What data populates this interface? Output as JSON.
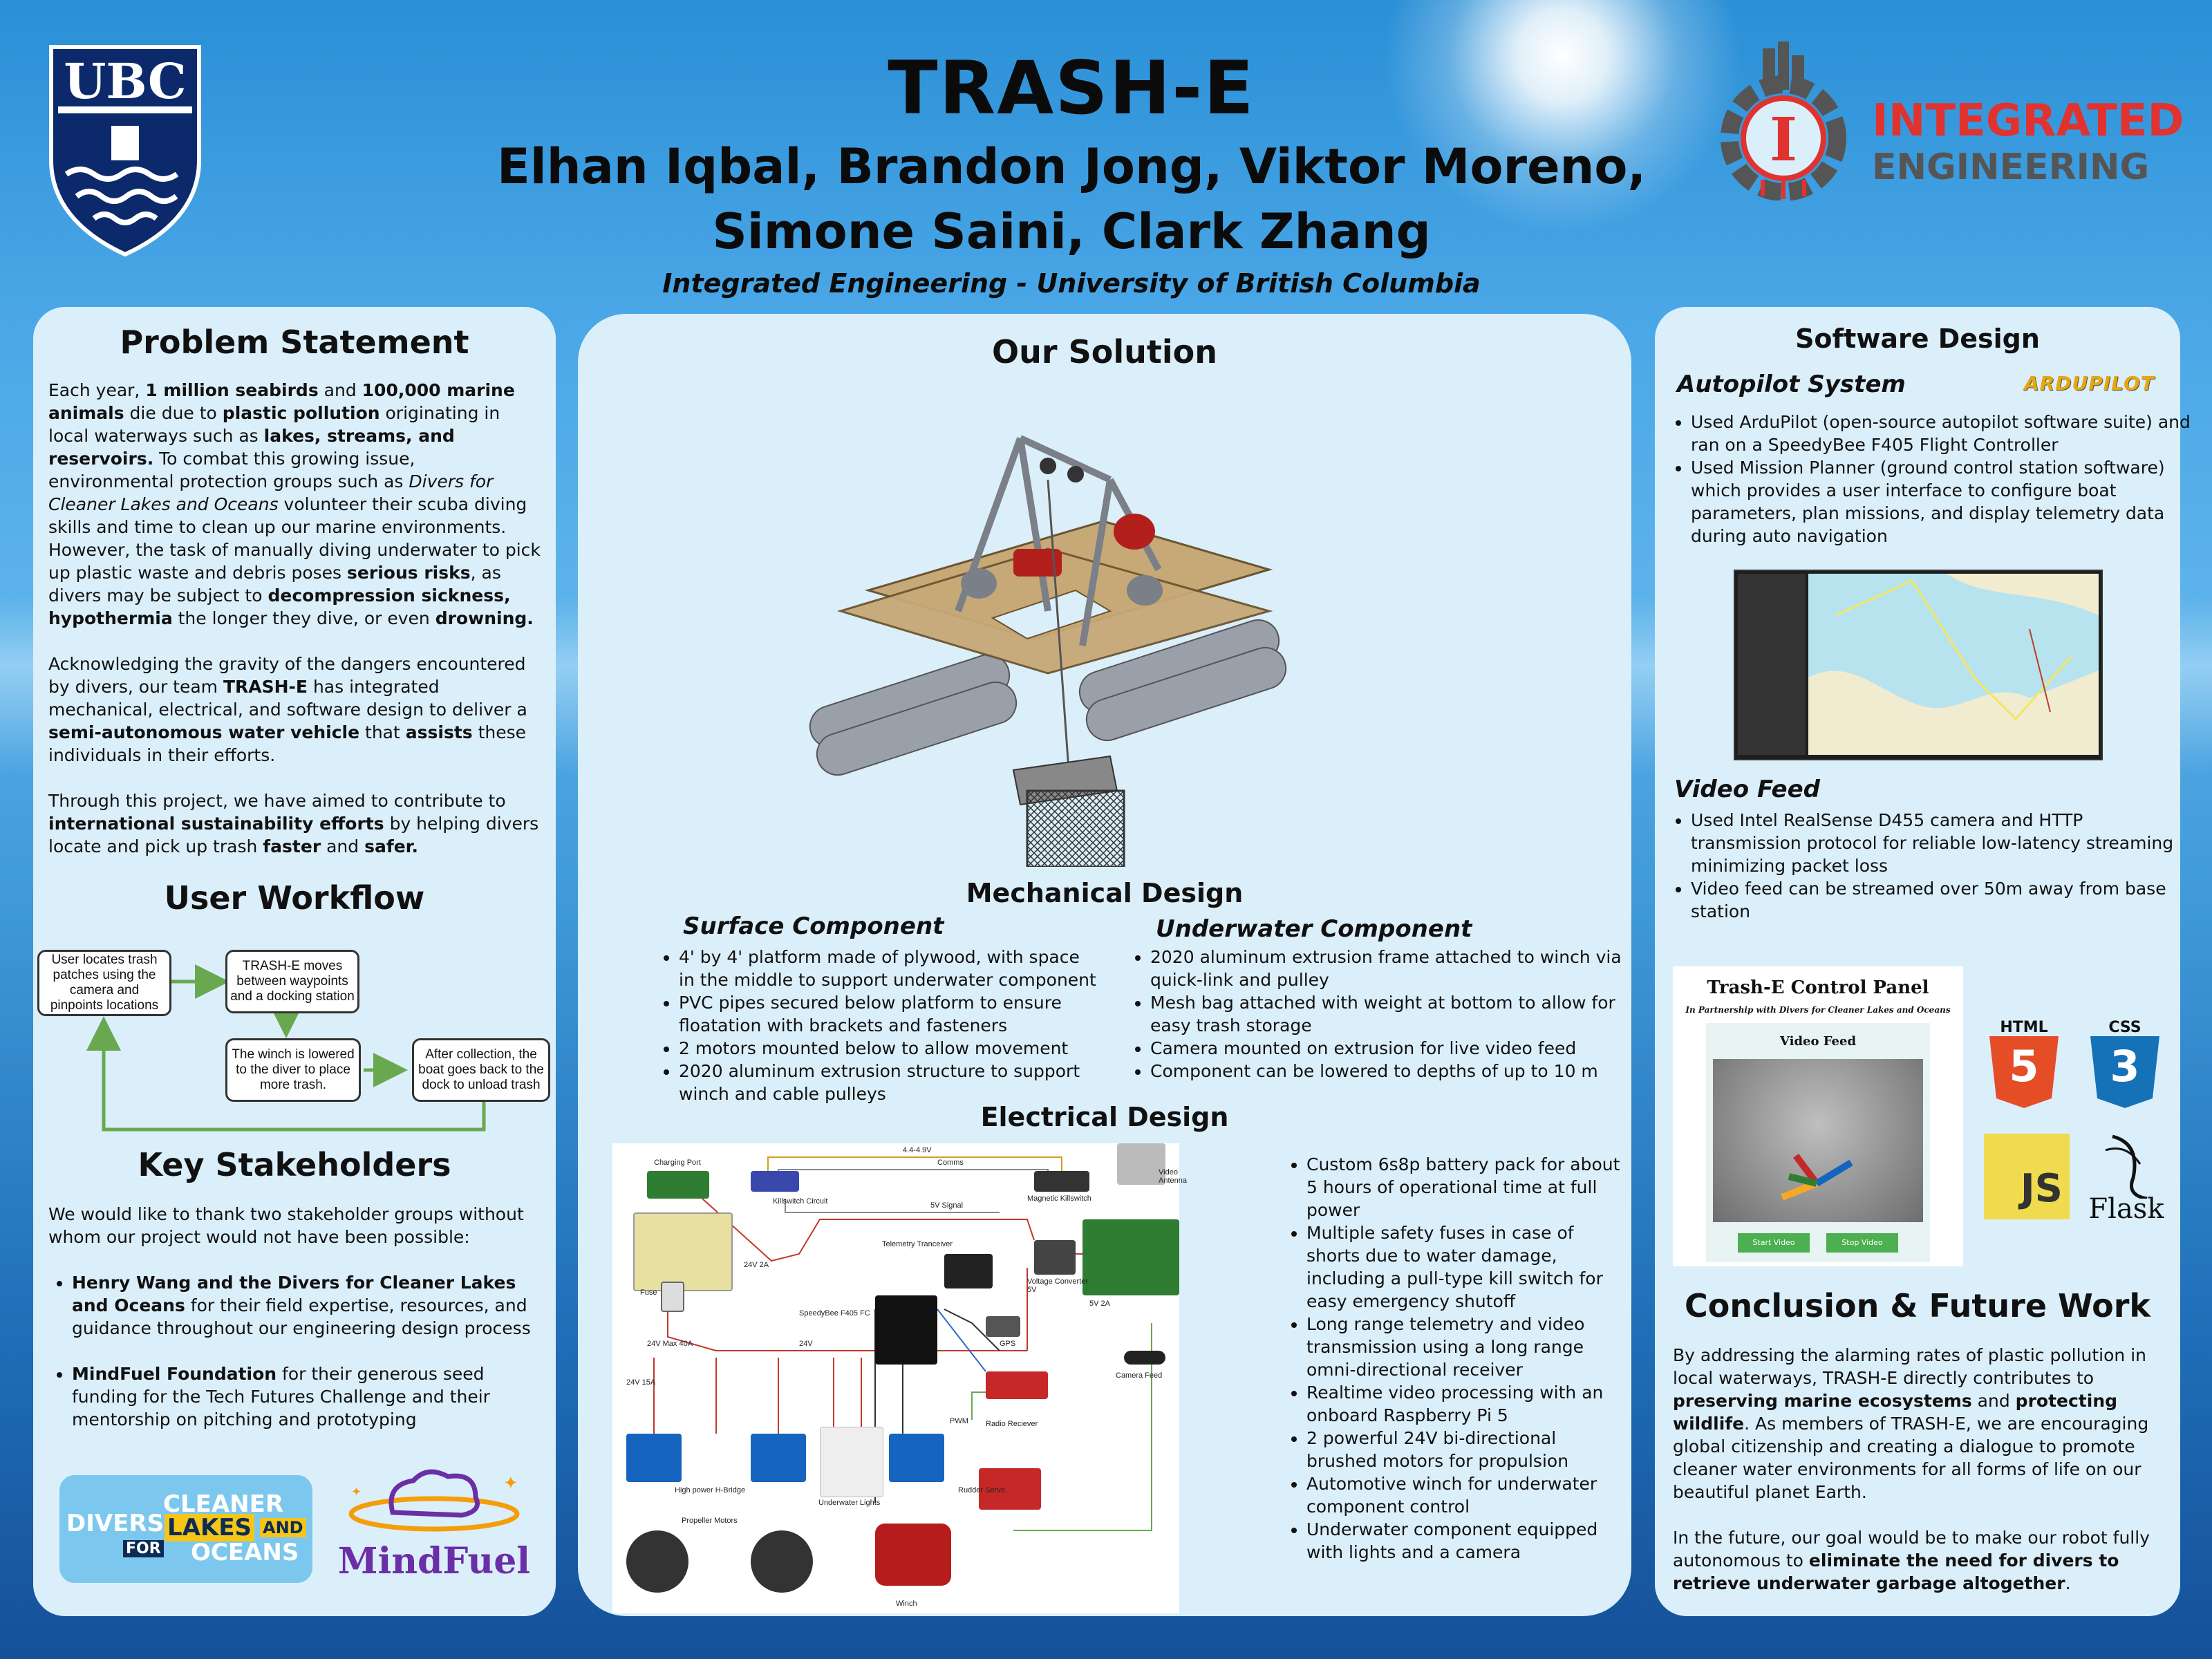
{
  "header": {
    "title": "TRASH-E",
    "authors_line1": "Elhan Iqbal, Brandon Jong, Viktor Moreno,",
    "authors_line2": "Simone Saini, Clark Zhang",
    "affiliation": "Integrated Engineering  - University of British Columbia",
    "ubc_logo_text": "UBC",
    "ie_logo_line1": "INTEGRATED",
    "ie_logo_line2": "ENGINEERING",
    "ie_logo_letter": "I"
  },
  "problem": {
    "heading": "Problem Statement",
    "p1": [
      {
        "t": "Each year, ",
        "b": false
      },
      {
        "t": "1 million seabirds",
        "b": true
      },
      {
        "t": " and ",
        "b": false
      },
      {
        "t": "100,000 marine animals",
        "b": true
      },
      {
        "t": " die due to ",
        "b": false
      },
      {
        "t": "plastic pollution",
        "b": true
      },
      {
        "t": " originating in local waterways such as ",
        "b": false
      },
      {
        "t": "lakes, streams, and reservoirs.",
        "b": true
      },
      {
        "t": " To combat this growing issue, environmental protection groups such as ",
        "b": false
      },
      {
        "t": "Divers for Cleaner Lakes and Oceans",
        "i": true
      },
      {
        "t": " volunteer their scuba diving skills and time to clean up our marine environments. However, the task of manually diving underwater to pick up plastic waste and debris poses ",
        "b": false
      },
      {
        "t": "serious risks",
        "b": true
      },
      {
        "t": ", as divers may be subject to ",
        "b": false
      },
      {
        "t": "decompression sickness, hypothermia",
        "b": true
      },
      {
        "t": " the longer they dive, or even ",
        "b": false
      },
      {
        "t": "drowning.",
        "b": true
      }
    ],
    "p2": [
      {
        "t": "Acknowledging the gravity of the dangers encountered by divers, our team ",
        "b": false
      },
      {
        "t": "TRASH-E",
        "b": true
      },
      {
        "t": " has integrated mechanical, electrical, and software design to deliver a ",
        "b": false
      },
      {
        "t": "semi-autonomous water vehicle",
        "b": true
      },
      {
        "t": " that ",
        "b": false
      },
      {
        "t": "assists",
        "b": true
      },
      {
        "t": " these individuals in their efforts.",
        "b": false
      }
    ],
    "p3": [
      {
        "t": "Through this project, we have aimed to contribute to ",
        "b": false
      },
      {
        "t": "international sustainability efforts",
        "b": true
      },
      {
        "t": " by helping divers locate and pick up trash ",
        "b": false
      },
      {
        "t": "faster",
        "b": true
      },
      {
        "t": " and ",
        "b": false
      },
      {
        "t": "safer.",
        "b": true
      }
    ]
  },
  "workflow": {
    "heading": "User Workflow",
    "step1": "User locates trash patches using the camera and pinpoints locations",
    "step2": "TRASH-E moves between waypoints and a docking station",
    "step3": "The winch is lowered to the diver to place more trash.",
    "step4": "After collection, the boat goes back to the dock to unload trash"
  },
  "stakeholders": {
    "heading": "Key Stakeholders",
    "intro": "We would like to thank two stakeholder groups without whom our project would not have been possible:",
    "item1_bold": "Henry Wang and the Divers for Cleaner Lakes and Oceans",
    "item1_rest": " for their field expertise, resources, and guidance throughout our engineering design process",
    "item2_bold": "MindFuel Foundation",
    "item2_rest": " for their generous seed funding for the Tech Futures Challenge and their mentorship on pitching and prototyping",
    "divers_logo": {
      "w1": "DIVERS",
      "w2": "CLEANER",
      "w3": "LAKES",
      "w4": "AND",
      "w5": "FOR",
      "w6": "OCEANS"
    },
    "mindfuel_logo": "MindFuel"
  },
  "solution": {
    "heading": "Our Solution"
  },
  "mechanical": {
    "heading": "Mechanical Design",
    "surface_heading": "Surface Component",
    "surface_items": [
      "4' by 4' platform made of plywood, with space in the middle to support underwater component",
      "PVC pipes secured below platform to ensure floatation with brackets and fasteners",
      "2 motors mounted below to allow movement",
      "2020 aluminum extrusion structure to support winch and cable pulleys"
    ],
    "underwater_heading": "Underwater Component",
    "underwater_items": [
      "2020 aluminum extrusion frame attached to winch via quick-link and pulley",
      "Mesh bag attached with weight at bottom to allow for easy trash storage",
      "Camera mounted on extrusion for live video feed",
      "Component can be lowered to depths of up to 10 m"
    ]
  },
  "electrical": {
    "heading": "Electrical Design",
    "items": [
      "Custom 6s8p battery pack for about 5 hours of operational time at full power",
      "Multiple safety fuses in case of shorts due to water damage, including a pull-type kill switch for easy emergency shutoff",
      "Long range telemetry and video transmission using a long range omni-directional receiver",
      "Realtime video processing with an onboard Raspberry Pi 5",
      "2 powerful 24V bi-directional brushed motors for propulsion",
      "Automotive winch for underwater component control",
      "Underwater component equipped with lights and a camera"
    ],
    "diagram_labels": {
      "charging_port": "Charging Port",
      "killswitch": "Killswitch Circuit",
      "comms": "Comms",
      "v44": "4.4-4.9V",
      "signal": "5V Signal",
      "magnetic": "Magnetic Killswitch",
      "video_antenna": "Video Antenna",
      "telemetry": "Telemetry Tranceiver",
      "fuse": "Fuse",
      "v24_2a": "24V 2A",
      "fc": "SpeedyBee F405 FC",
      "voltage_conv": "Voltage Converter 5V",
      "v5_2a": "5V 2A",
      "v24_max": "24V Max 40A",
      "gps": "GPS",
      "v24": "24V",
      "v24_15a": "24V 15A",
      "radio": "Radio Reciever",
      "camera_feed": "Camera Feed",
      "pwm": "PWM",
      "hbridge": "High power H-Bridge",
      "lights": "Underwater Lights",
      "servo": "Rudder Servo",
      "motors": "Propeller Motors",
      "winch": "Winch"
    }
  },
  "software": {
    "heading": "Software Design",
    "autopilot_heading": "Autopilot System",
    "ardupilot_logo": "ARDUPILOT",
    "autopilot_items": [
      "Used ArduPilot (open-source autopilot software suite) and ran on a SpeedyBee F405 Flight Controller",
      "Used Mission Planner (ground control station software) which provides a user interface to configure boat parameters, plan missions, and display telemetry data during auto navigation"
    ],
    "video_heading": "Video Feed",
    "video_items": [
      "Used Intel RealSense D455 camera and HTTP transmission protocol for reliable low-latency streaming minimizing packet loss",
      "Video feed can be streamed over 50m away from base station"
    ],
    "control_panel": {
      "title": "Trash-E Control Panel",
      "subtitle": "In Partnership with Divers for Cleaner Lakes and Oceans",
      "feed_label": "Video Feed",
      "start_button": "Start Video",
      "stop_button": "Stop Video"
    },
    "tech_logos": {
      "html": "HTML",
      "html_num": "5",
      "css": "CSS",
      "css_num": "3",
      "js": "JS",
      "flask": "Flask"
    }
  },
  "conclusion": {
    "heading": "Conclusion & Future Work",
    "p1": [
      {
        "t": "By addressing the alarming rates of plastic pollution in local waterways, TRASH-E directly contributes to ",
        "b": false
      },
      {
        "t": "preserving marine ecosystems",
        "b": true
      },
      {
        "t": " and ",
        "b": false
      },
      {
        "t": "protecting wildlife",
        "b": true
      },
      {
        "t": ". As members of TRASH-E, we are encouraging global citizenship and creating a dialogue to promote cleaner water environments for all forms of life on our beautiful planet Earth.",
        "b": false
      }
    ],
    "p2": [
      {
        "t": "In the future, our goal would be to make our robot fully autonomous to ",
        "b": false
      },
      {
        "t": "eliminate the need for divers to retrieve underwater garbage altogether",
        "b": true
      },
      {
        "t": ".",
        "b": false
      }
    ]
  },
  "colors": {
    "panel": "#dbeffa",
    "ubc_blue": "#0c2a6b",
    "ie_red": "#e0332f",
    "ie_gray": "#555555",
    "arrow_green": "#6aa84f"
  }
}
